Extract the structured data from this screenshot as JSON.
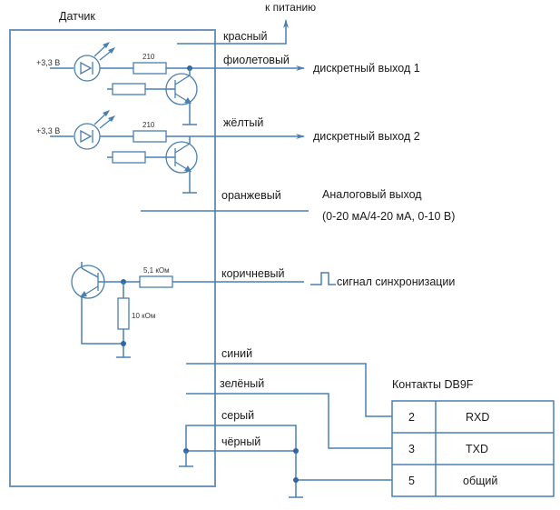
{
  "sensor": {
    "title": "Датчик"
  },
  "power": {
    "label": "к питанию"
  },
  "channels": [
    {
      "supply": "+3,3 В",
      "resistor": "210",
      "wire": "фиолетовый",
      "output": "дискретный выход 1"
    },
    {
      "supply": "+3,3 В",
      "resistor": "210",
      "wire": "жёлтый",
      "output": "дискретный выход 2"
    }
  ],
  "wires": {
    "red": "красный",
    "orange": "оранжевый",
    "brown": "коричневый",
    "blue": "синий",
    "green": "зелёный",
    "grey": "серый",
    "black": "чёрный"
  },
  "analog": {
    "title": "Аналоговый выход",
    "range": "(0-20 мА/4-20 мА, 0-10 В)"
  },
  "sync": {
    "r_series": "5,1 кОм",
    "r_pull": "10 кОм",
    "label": "сигнал синхронизации"
  },
  "connector": {
    "title": "Контакты DB9F",
    "rows": [
      {
        "pin": "2",
        "signal": "RXD"
      },
      {
        "pin": "3",
        "signal": "TXD"
      },
      {
        "pin": "5",
        "signal": "общий"
      }
    ]
  },
  "colors": {
    "wire": "#4a7fb0",
    "frame": "#6f95b8",
    "node": "#2f67a0"
  }
}
